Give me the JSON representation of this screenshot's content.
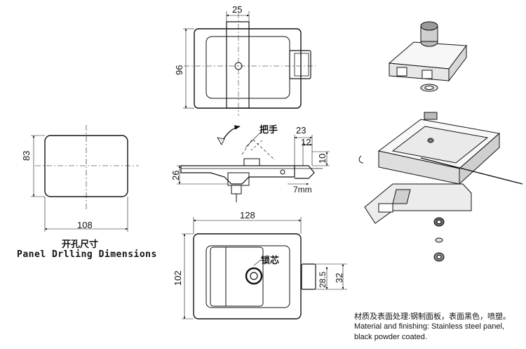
{
  "panel_drilling": {
    "width": "108",
    "height": "83",
    "title_cn": "开孔尺寸",
    "title_en": "Panel Drlling Dimensions"
  },
  "top_view": {
    "width": "25",
    "height": "96"
  },
  "side_view": {
    "handle_label": "把手",
    "dim_23": "23",
    "dim_12": "12",
    "dim_10": "10",
    "dim_26": "26",
    "dim_7mm": "7mm"
  },
  "front_view": {
    "width": "128",
    "height": "102",
    "dim_28_5": "28.5",
    "dim_32": "32",
    "lock_core_label": "锁芯"
  },
  "material_note": {
    "cn": "材质及表面处理:钢制面板，表面黑色，喷塑。",
    "en_line1": "Material and finishing: Stainless steel panel,",
    "en_line2": "black powder coated."
  }
}
